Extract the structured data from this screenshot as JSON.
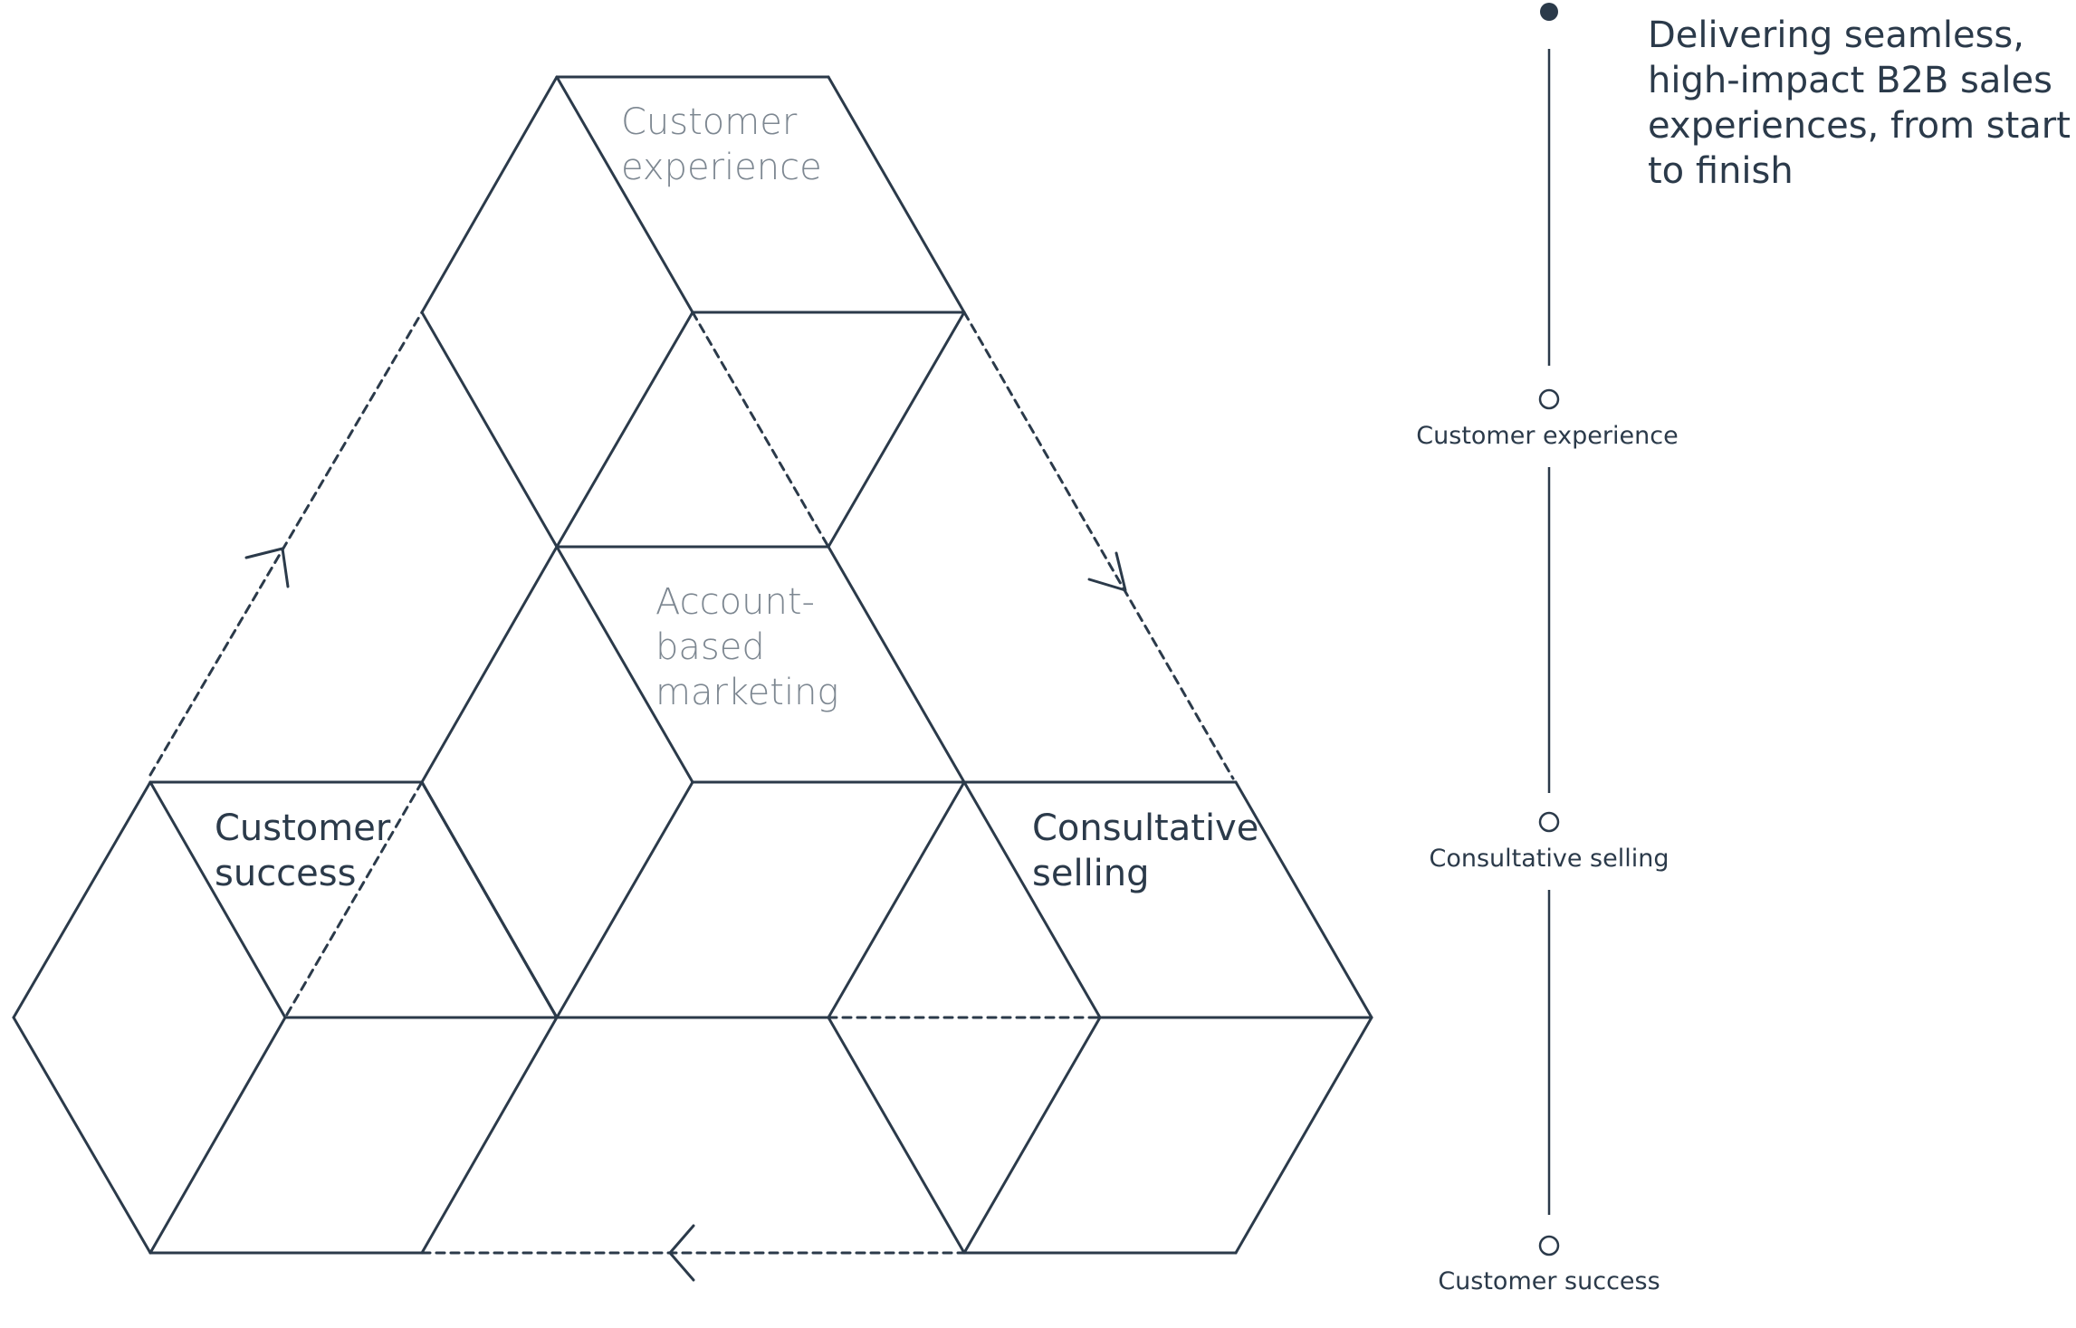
{
  "diagram": {
    "cells": {
      "top_label": [
        "Customer",
        "experience"
      ],
      "center_label": [
        "Account-",
        "based",
        "marketing"
      ],
      "left_label": [
        "Customer",
        "success"
      ],
      "right_label": [
        "Consultative",
        "selling"
      ]
    },
    "colors": {
      "line": "#2b3a4a",
      "muted_text": "#7d8791",
      "text": "#2b3a4a"
    }
  },
  "timeline": {
    "headline": [
      "Delivering seamless,",
      "high-impact B2B sales",
      "experiences, from start",
      "to finish"
    ],
    "steps": [
      {
        "label": "Customer experience"
      },
      {
        "label": "Consultative selling"
      },
      {
        "label": "Customer success"
      }
    ]
  }
}
